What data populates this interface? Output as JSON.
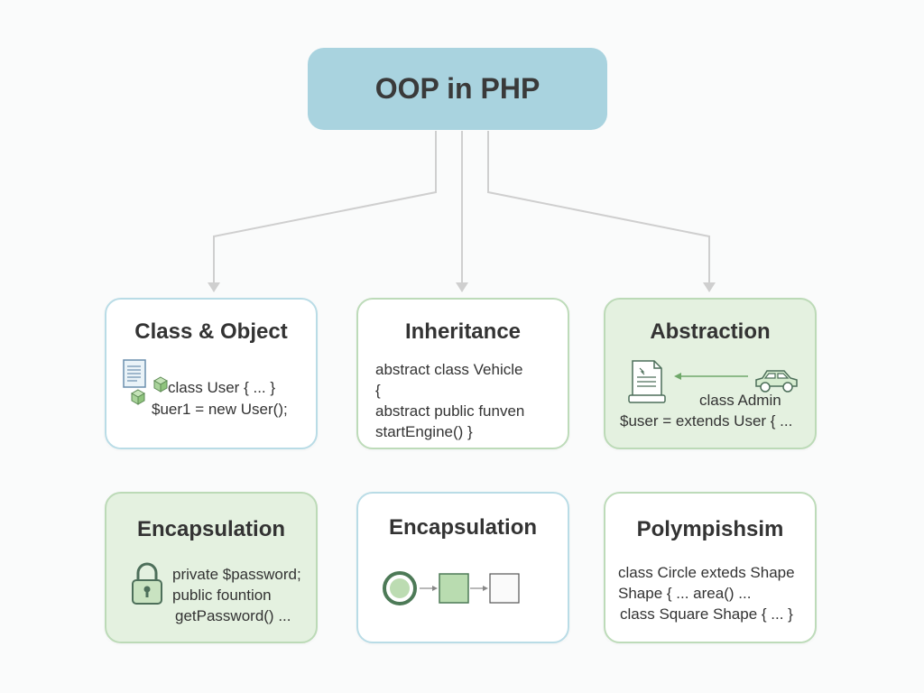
{
  "root": {
    "label": "OOP in PHP"
  },
  "cards": {
    "class_object": {
      "title": "Class & Object",
      "lines": [
        "class User { ... }",
        "$uer1 = new User();"
      ],
      "icons": [
        "document-icon",
        "cube-icon"
      ]
    },
    "inheritance": {
      "title": "Inheritance",
      "lines": [
        "abstract class Vehicle",
        "{",
        "abstract public funven",
        "startEngine() }"
      ]
    },
    "abstraction": {
      "title": "Abstraction",
      "lines": [
        "class Admin",
        "$user = extends User { ..."
      ],
      "icons": [
        "document-icon",
        "arrow-left-icon",
        "car-icon"
      ]
    },
    "encapsulation_1": {
      "title": "Encapsulation",
      "lines": [
        "private $password;",
        "public fountion",
        "getPassword() ..."
      ],
      "icons": [
        "lock-icon"
      ]
    },
    "encapsulation_2": {
      "title": "Encapsulation",
      "icons": [
        "circle-icon",
        "arrow-right-icon",
        "square-icon"
      ]
    },
    "polymorphism": {
      "title": "Polympishsim",
      "lines": [
        "class Circle exteds Shape",
        "Shape { ... area() ...",
        "class Square Shape { ... }"
      ]
    }
  },
  "colors": {
    "root_fill": "#a9d3df",
    "blue_border": "#b9dce6",
    "green_border": "#bddbb9",
    "green_fill": "#e4f1e0",
    "connector": "#cfcfcf"
  }
}
